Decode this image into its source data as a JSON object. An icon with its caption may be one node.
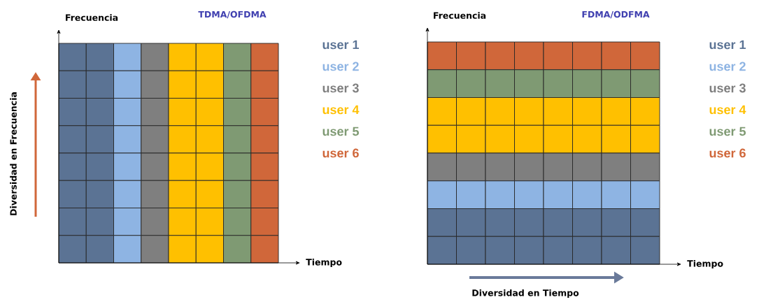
{
  "diagram": {
    "labels": [
      "Frecuencia",
      "TDMA/OFDMA",
      "Diversidad en Frecuencia",
      "Tiempo",
      "Frecuencia",
      "FDMA/ODFMA",
      "Tiempo",
      "Diversidad en Tiempo"
    ],
    "legend": [
      {
        "text": "user 1",
        "color": "#5b7394"
      },
      {
        "text": "user 2",
        "color": "#8eb4e3"
      },
      {
        "text": "user 3",
        "color": "#7f7f7f"
      },
      {
        "text": "user 4",
        "color": "#ffc000"
      },
      {
        "text": "user 5",
        "color": "#7f9a73"
      },
      {
        "text": "user 6",
        "color": "#d0673a"
      },
      {
        "text": "user 1",
        "color": "#5b7394"
      },
      {
        "text": "user 2",
        "color": "#8eb4e3"
      },
      {
        "text": "user 3",
        "color": "#7f7f7f"
      },
      {
        "text": "user 4",
        "color": "#ffc000"
      },
      {
        "text": "user 5",
        "color": "#7f9a73"
      },
      {
        "text": "user 6",
        "color": "#d0673a"
      }
    ]
  }
}
